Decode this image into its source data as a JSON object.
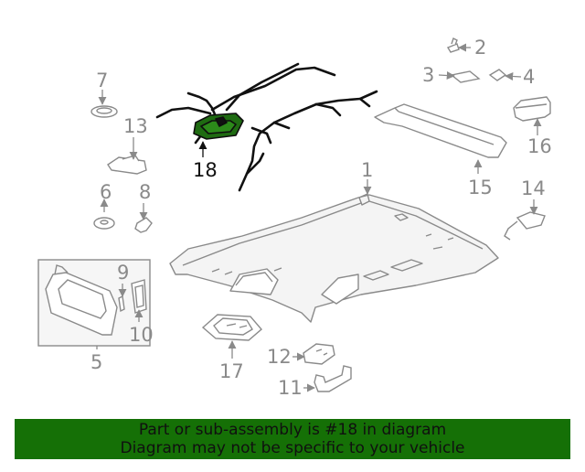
{
  "colors": {
    "line": "#8a8a8a",
    "highlight_part": "#1f6b12",
    "harness": "#111111",
    "banner_bg": "#157006",
    "banner_text": "#101010"
  },
  "callouts": [
    {
      "id": "1",
      "label": "1"
    },
    {
      "id": "2",
      "label": "2"
    },
    {
      "id": "3",
      "label": "3"
    },
    {
      "id": "4",
      "label": "4"
    },
    {
      "id": "5",
      "label": "5"
    },
    {
      "id": "6",
      "label": "6"
    },
    {
      "id": "7",
      "label": "7"
    },
    {
      "id": "8",
      "label": "8"
    },
    {
      "id": "9",
      "label": "9"
    },
    {
      "id": "10",
      "label": "10"
    },
    {
      "id": "11",
      "label": "11"
    },
    {
      "id": "12",
      "label": "12"
    },
    {
      "id": "13",
      "label": "13"
    },
    {
      "id": "14",
      "label": "14"
    },
    {
      "id": "15",
      "label": "15"
    },
    {
      "id": "16",
      "label": "16"
    },
    {
      "id": "17",
      "label": "17"
    },
    {
      "id": "18",
      "label": "18",
      "highlighted": true
    }
  ],
  "banner": {
    "line1": "Part or sub-assembly is #18 in diagram",
    "line2": "Diagram may not be specific to your vehicle"
  }
}
